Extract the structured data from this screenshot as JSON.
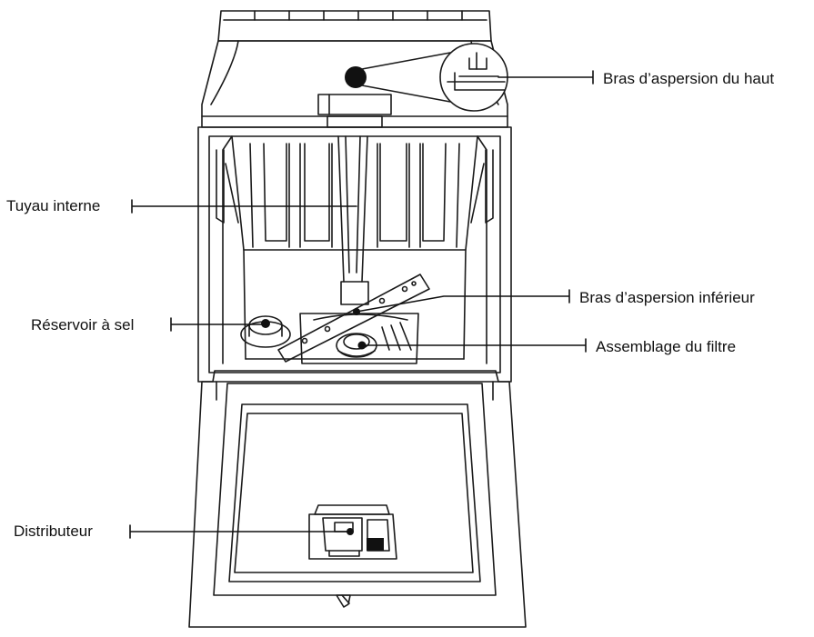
{
  "colors": {
    "line": "#1a1a1a",
    "marker": "#111111",
    "background": "#ffffff"
  },
  "callouts": {
    "upper_spray_arm": "Bras d’aspersion du haut",
    "inner_pipe": "Tuyau interne",
    "lower_spray_arm": "Bras d’aspersion inférieur",
    "salt_reservoir": "Réservoir à sel",
    "filter_assembly": "Assemblage du filtre",
    "dispenser": "Distributeur"
  }
}
